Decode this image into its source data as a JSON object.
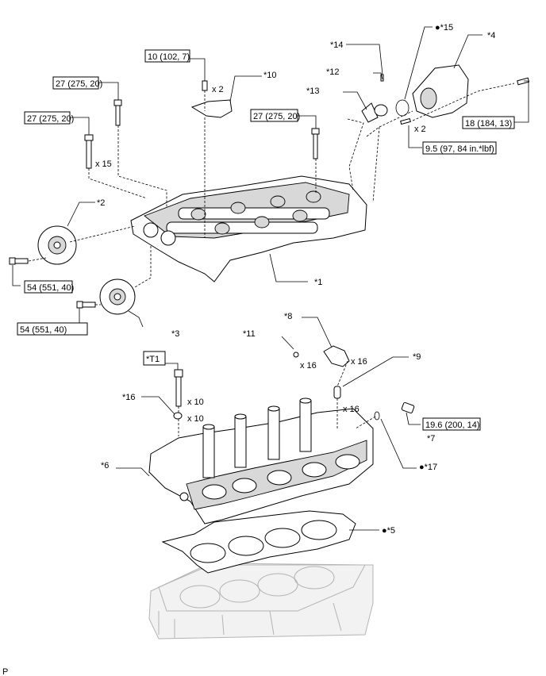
{
  "torques": {
    "t10": "10 (102, 7)",
    "t27a": "27 (275, 20)",
    "t27b": "27 (275, 20)",
    "t27c": "27 (275, 20)",
    "t18": "18 (184, 13)",
    "t95": "9.5 (97, 84 in.*lbf)",
    "t54a": "54 (551, 40)",
    "t54b": "54 (551, 40)",
    "t196": "19.6 (200, 14)"
  },
  "callouts": {
    "c1": "*1",
    "c2": "*2",
    "c3": "*3",
    "c4": "*4",
    "c5": "●*5",
    "c6": "*6",
    "c7": "*7",
    "c8": "*8",
    "c9": "*9",
    "c10": "*10",
    "c11": "*11",
    "c12": "*12",
    "c13": "*13",
    "c14": "*14",
    "c15": "●*15",
    "c16": "*16",
    "c17": "●*17",
    "t1": "*T1"
  },
  "quantities": {
    "q_x2_a": "x 2",
    "q_x2_b": "x 2",
    "q_x15": "x 15",
    "q_x16_a": "x 16",
    "q_x16_b": "x 16",
    "q_x16_c": "x 16",
    "q_x10_a": "x 10",
    "q_x10_b": "x 10"
  },
  "footer": {
    "code": "P"
  }
}
